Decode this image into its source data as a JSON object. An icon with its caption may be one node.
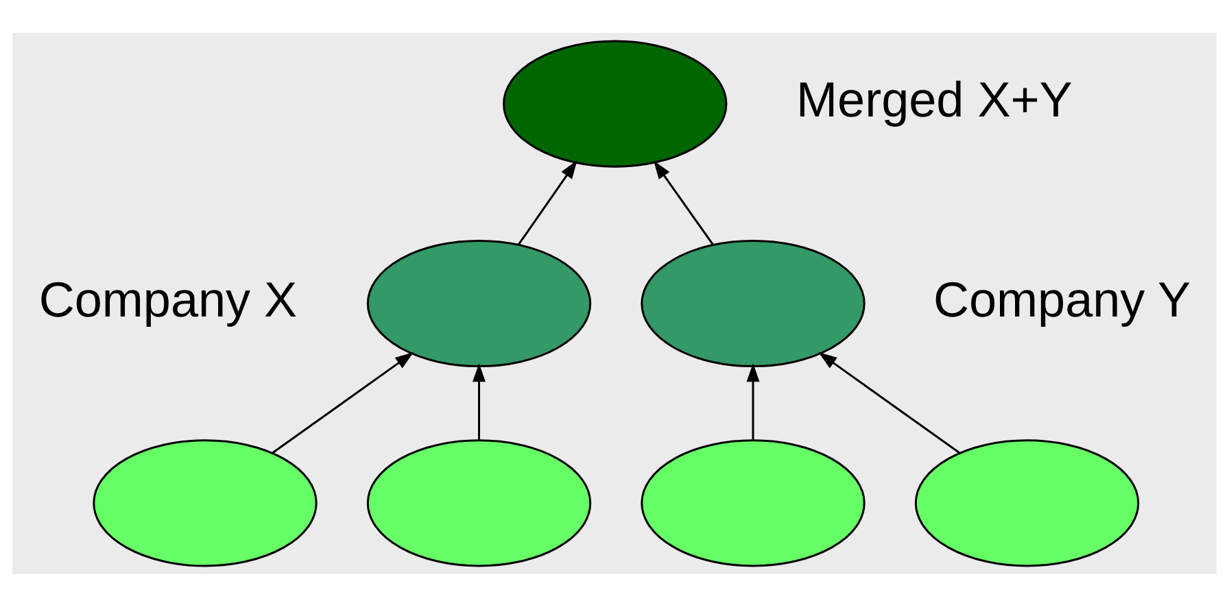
{
  "diagram": {
    "nodes": [
      {
        "text": [],
        "shape": "ellipse",
        "beside": [
          "Merged X+Y"
        ]
      },
      {
        "text": [],
        "shape": "ellipse",
        "beside": [
          "Company X"
        ]
      },
      {
        "text": [],
        "shape": "ellipse",
        "beside": [
          "Company Y"
        ]
      },
      {
        "text": [],
        "shape": "ellipse"
      },
      {
        "text": [],
        "shape": "ellipse"
      },
      {
        "text": [],
        "shape": "ellipse"
      },
      {
        "text": [],
        "shape": "ellipse"
      }
    ],
    "edges": [
      {
        "from": 1,
        "to": 0,
        "arrow": "to"
      },
      {
        "from": 2,
        "to": 0,
        "arrow": "to"
      },
      {
        "from": 3,
        "to": 1,
        "arrow": "to"
      },
      {
        "from": 4,
        "to": 1,
        "arrow": "to"
      },
      {
        "from": 5,
        "to": 2,
        "arrow": "to"
      },
      {
        "from": 6,
        "to": 2,
        "arrow": "to"
      }
    ]
  }
}
